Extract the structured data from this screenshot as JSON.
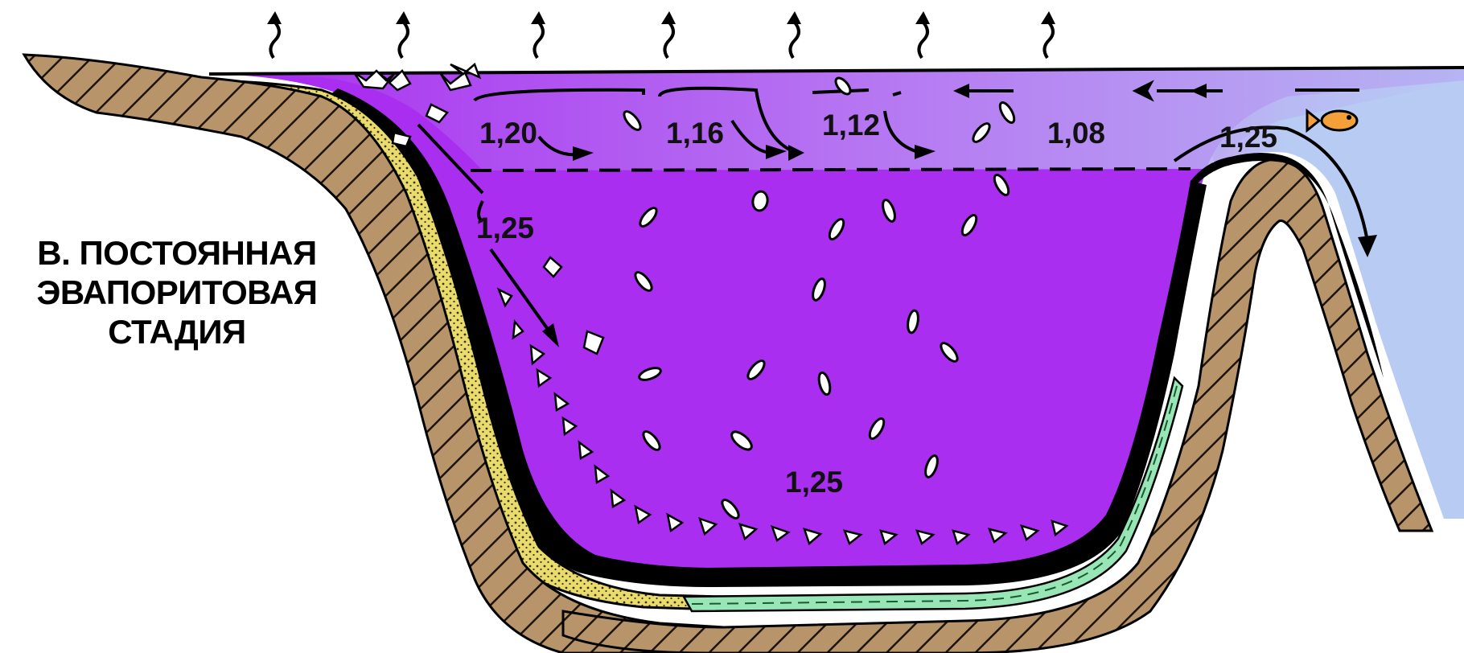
{
  "stage_title": {
    "lines": [
      "В. ПОСТОЯННАЯ",
      "ЭВАПОРИТОВАЯ",
      "СТАДИЯ"
    ]
  },
  "density_labels": {
    "surface": [
      "1,20",
      "1,16",
      "1,12",
      "1,08"
    ],
    "sill": "1,25",
    "slope": "1,25",
    "bottom": "1,25"
  },
  "icons": [
    "evaporation-arrow-icon",
    "fish-icon",
    "salt-crystal-icon",
    "flow-arrow-icon"
  ],
  "colors": {
    "brine": "#a92ef0",
    "brine_surface": "#b260f5",
    "sea": "#b8ccf3",
    "rock": "#b7946a",
    "sand": "#e9dc6c",
    "evaporite_black": "#000000",
    "green_layer": "#98e6b6",
    "fish": "#f3a03a"
  }
}
